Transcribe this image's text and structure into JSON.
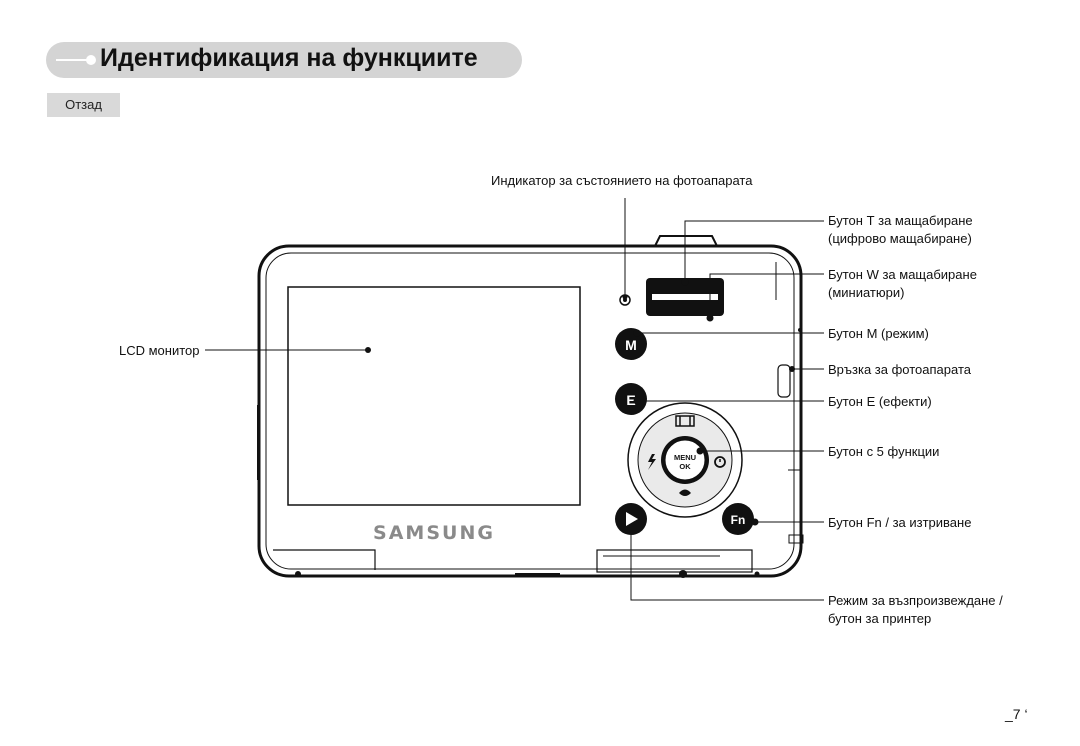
{
  "header": {
    "title": "Идентификация на функциите",
    "section": "Отзад"
  },
  "camera": {
    "brand": "SAMSUNG",
    "dial_labels": {
      "center_top": "MENU",
      "center_bottom": "OK"
    }
  },
  "callouts": {
    "status_indicator": "Индикатор за състоянието на фотоапарата",
    "lcd": "LCD монитор",
    "zoom_t_line1": "Бутон Т за мащабиране",
    "zoom_t_line2": "(цифрово мащабиране)",
    "zoom_w_line1": "Бутон W за мащабиране",
    "zoom_w_line2": "(миниатюри)",
    "mode_button": "Бутон М (режим)",
    "strap": "Връзка за фотоапарата",
    "effects_button": "Бутон Е (ефекти)",
    "five_function": "Бутон с 5 функции",
    "fn_button": "Бутон Fn / за изтриване",
    "play_line1": "Режим за възпроизвеждане /",
    "play_line2": "бутон за принтер"
  },
  "footer": {
    "page_number": "_7 ‘"
  }
}
